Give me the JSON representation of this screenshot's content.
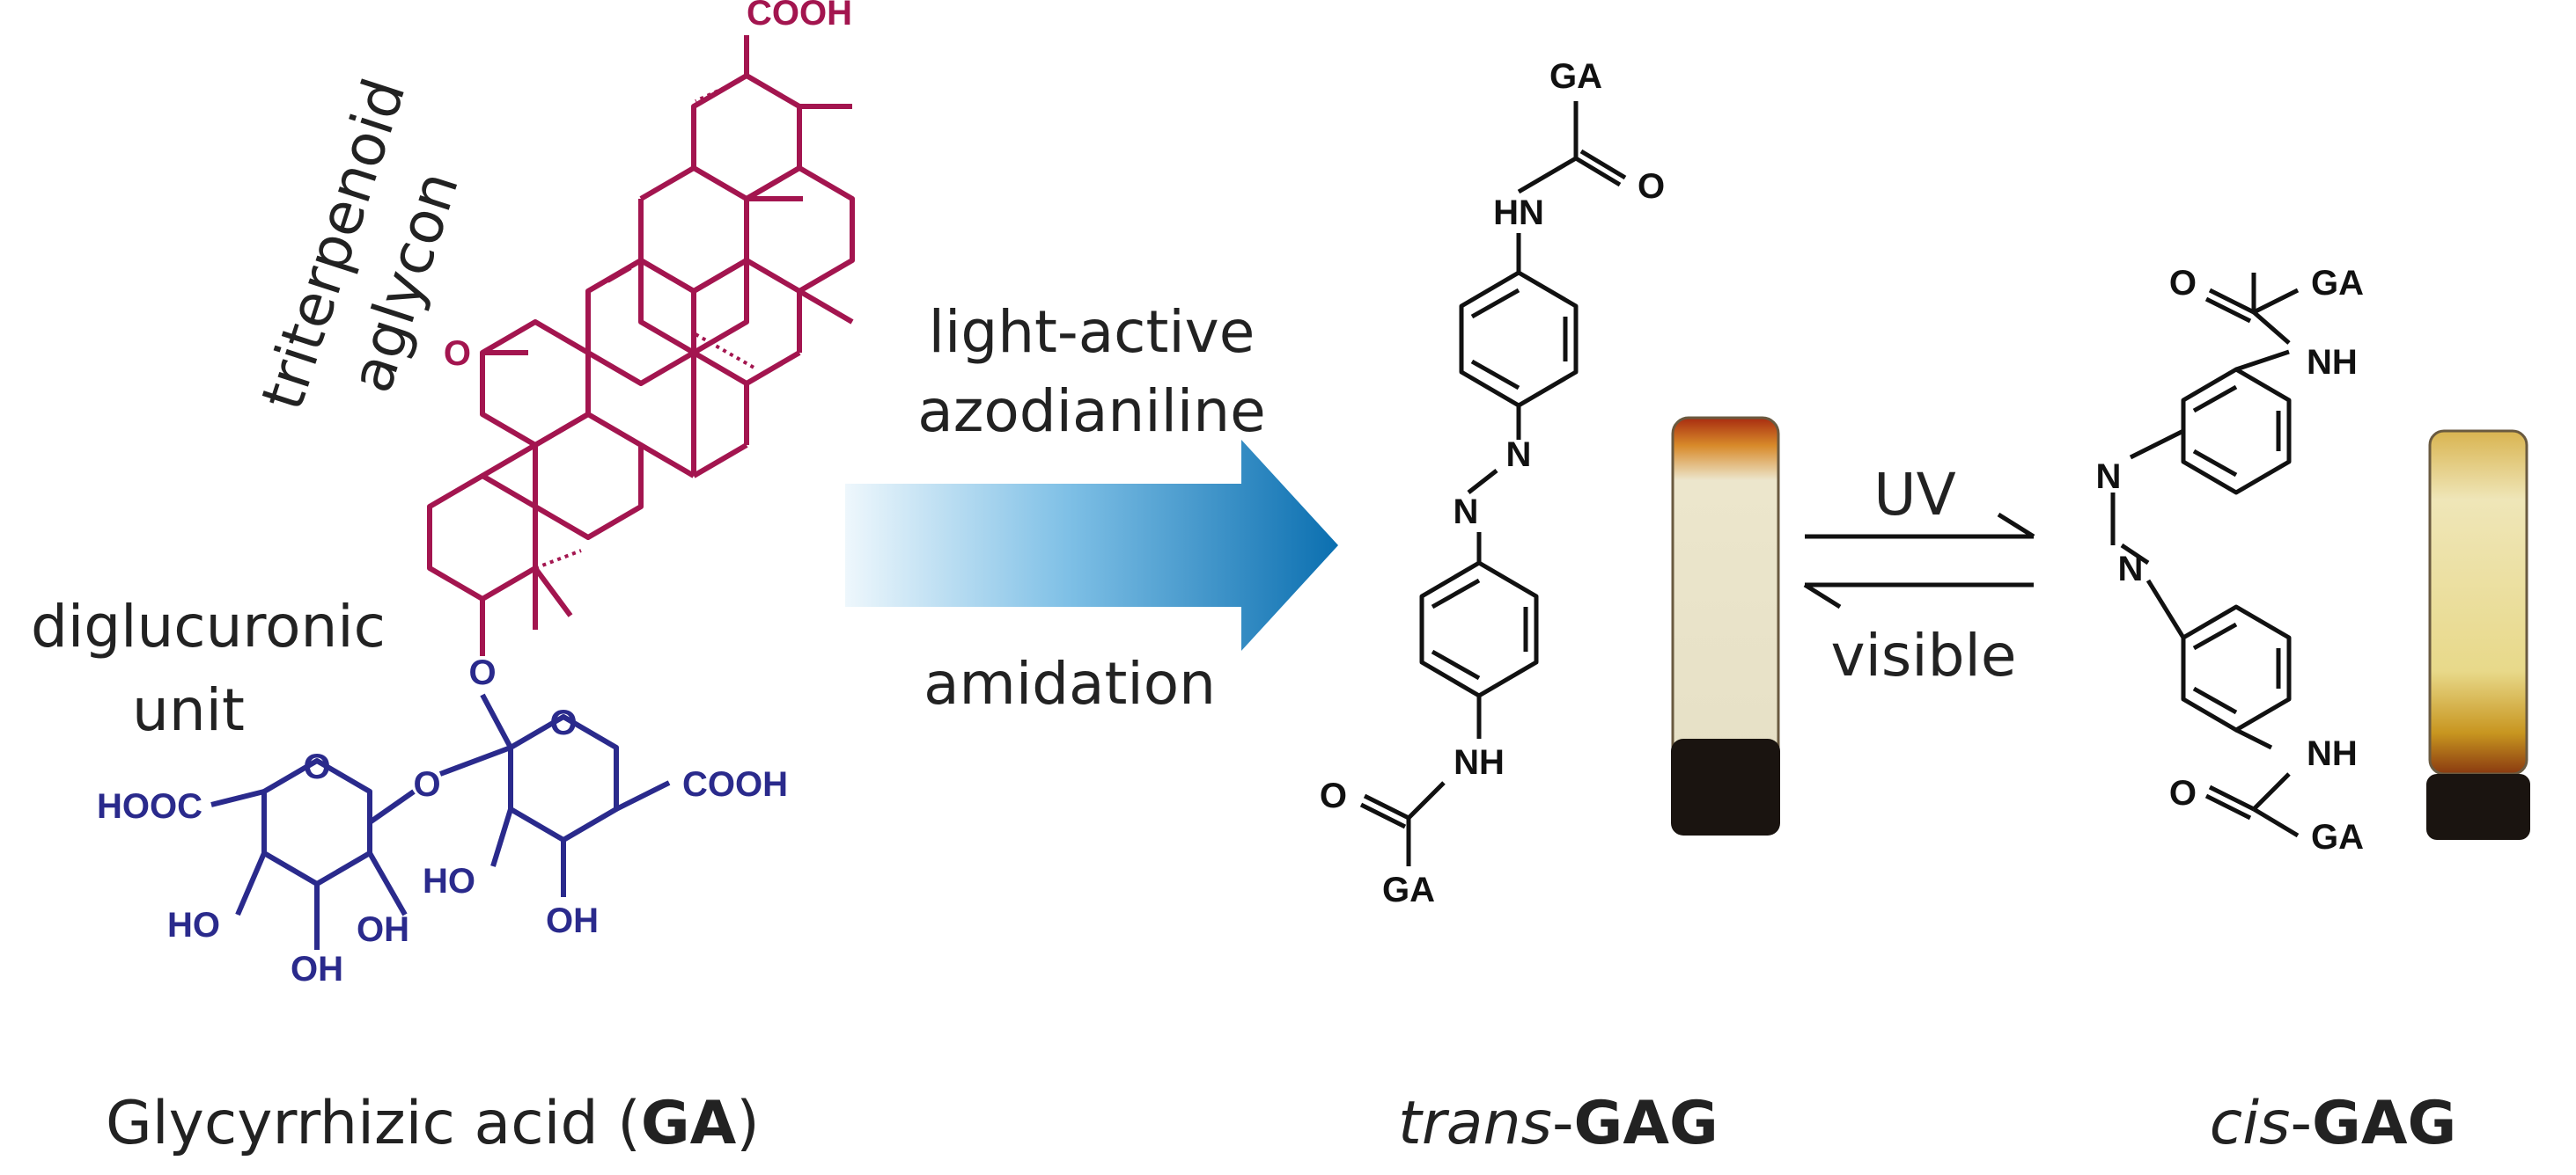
{
  "colors": {
    "aglycon": "#a3154f",
    "glucuronic": "#2a2a8c",
    "bond": "#111111",
    "arrow_dark": "#0b6fb0",
    "arrow_light": "#eef7fc",
    "gel_amber": "#c8421a",
    "gel_body": "#e8e2c8",
    "gel_cap": "#1a1410"
  },
  "labels": {
    "aglycon_line1": "triterpenoid",
    "aglycon_line2": "aglycon",
    "diglucuronic_line1": "diglucuronic",
    "diglucuronic_line2": "unit",
    "reaction_top_1": "light-active",
    "reaction_top_2": "azodianiline",
    "reaction_bottom": "amidation",
    "uv": "UV",
    "visible": "visible"
  },
  "atoms": {
    "cooh": "COOH",
    "hooc": "HOOC",
    "o": "O",
    "oh": "OH",
    "ho": "HO",
    "nh": "NH",
    "hn": "HN",
    "n": "N",
    "ga": "GA"
  },
  "captions": {
    "ga": {
      "prefix": "Glycyrrhizic acid (",
      "bold": "GA",
      "suffix": ")"
    },
    "trans": {
      "italic": "trans",
      "dash": "-",
      "bold": "GAG"
    },
    "cis": {
      "italic": "cis",
      "dash": "-",
      "bold": "GAG"
    }
  }
}
